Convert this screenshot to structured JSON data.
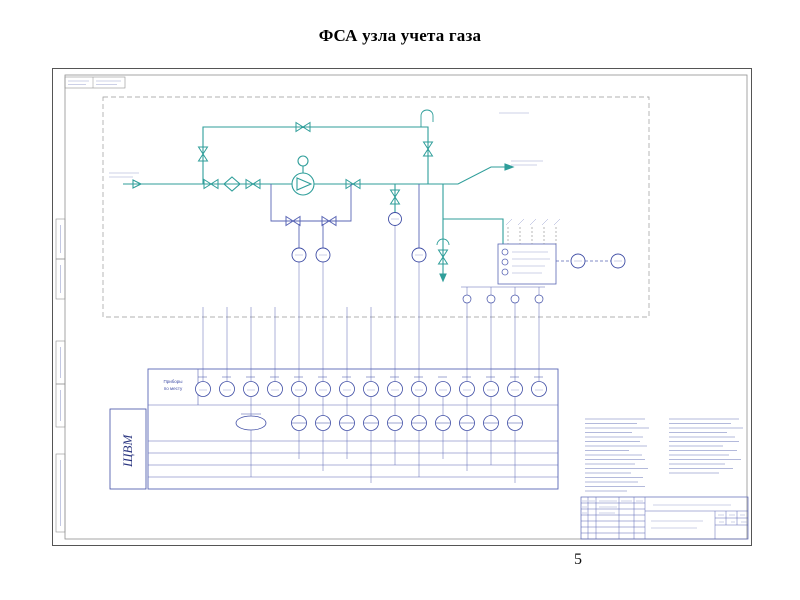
{
  "slide": {
    "title": "ФСА узла учета газа",
    "page_number": "5"
  },
  "drawing": {
    "panel_label": "ЩВМ",
    "band_label_line1": "Приборы",
    "band_label_line2": "по месту",
    "colors": {
      "pipe_teal": "#2f9e9a",
      "schematic_blue": "#5a66b5",
      "instrument_ink": "#3f4da5",
      "micro_text": "#9aa2d0"
    }
  }
}
